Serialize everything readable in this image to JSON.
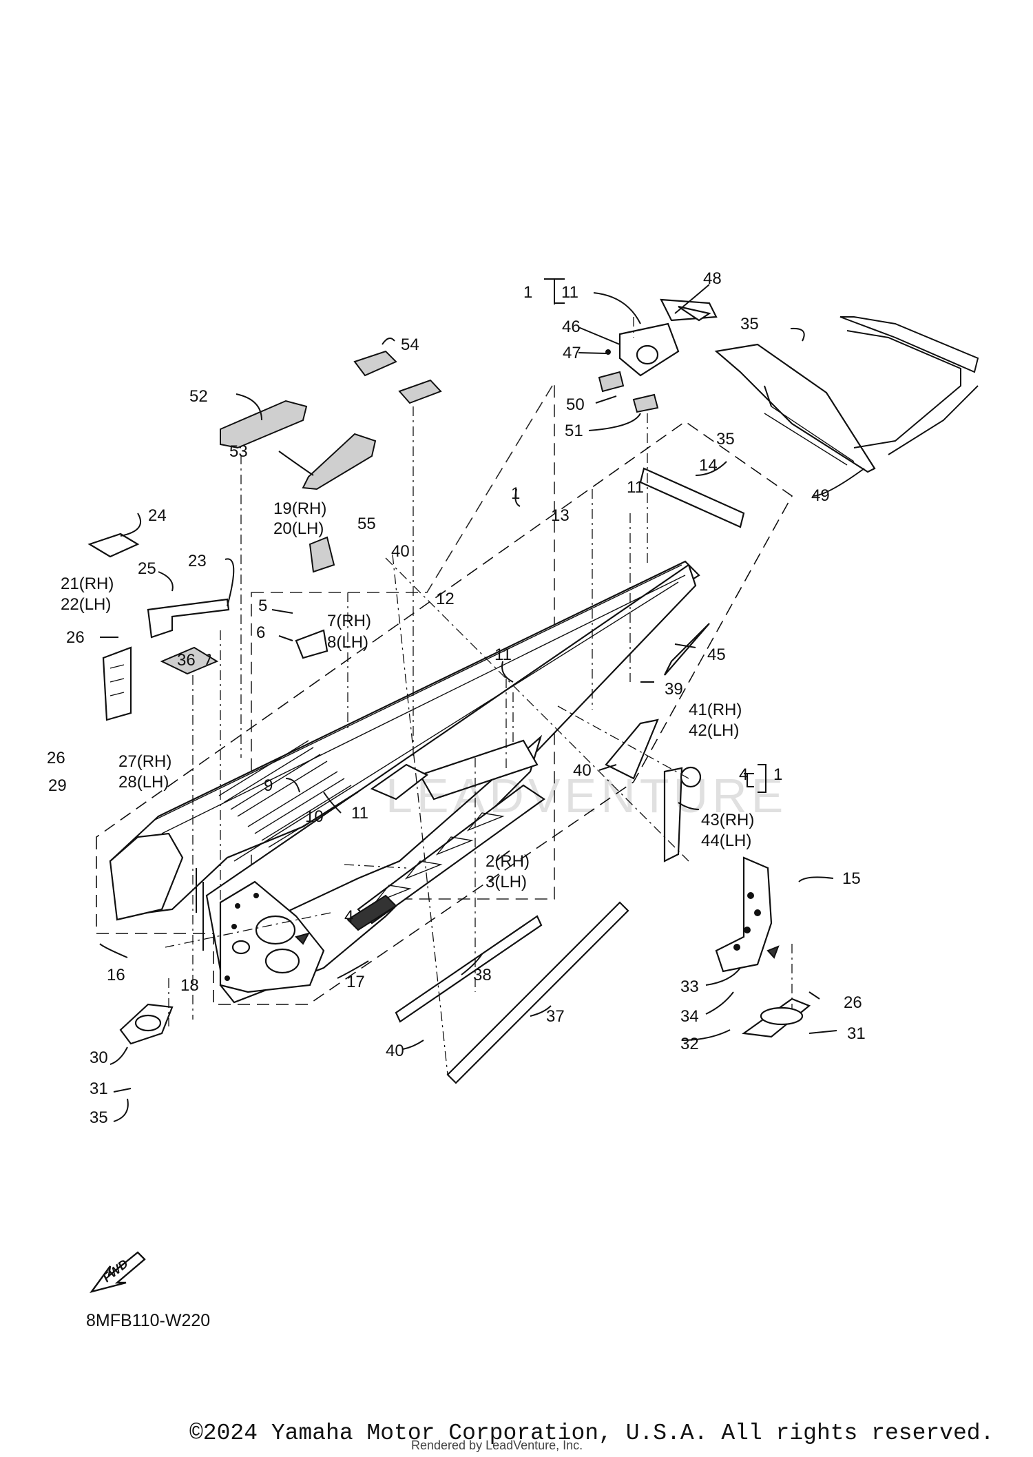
{
  "diagram": {
    "callouts": {
      "c1_top": "1",
      "c11_top": "11",
      "c48": "48",
      "c35_top": "35",
      "c46": "46",
      "c47": "47",
      "c54": "54",
      "c50": "50",
      "c52": "52",
      "c51": "51",
      "c35_mid": "35",
      "c53": "53",
      "c14": "14",
      "c49": "49",
      "c1_frame": "1",
      "c13": "13",
      "c11_a": "11",
      "c24": "24",
      "c19": "19(RH)",
      "c20": "20(LH)",
      "c55": "55",
      "c40_a": "40",
      "c25": "25",
      "c23": "23",
      "c21": "21(RH)",
      "c22": "22(LH)",
      "c12": "12",
      "c5": "5",
      "c7": "7(RH)",
      "c6": "6",
      "c8": "8(LH)",
      "c45": "45",
      "c26_a": "26",
      "c36": "36",
      "c11_b": "11",
      "c39": "39",
      "c41": "41(RH)",
      "c42": "42(LH)",
      "c26_b": "26",
      "c27": "27(RH)",
      "c29": "29",
      "c28": "28(LH)",
      "c40_b": "40",
      "c4_right": "4",
      "c1_right": "1",
      "c9": "9",
      "c10": "10",
      "c11_c": "11",
      "c43": "43(RH)",
      "c44": "44(LH)",
      "c2": "2(RH)",
      "c3": "3(LH)",
      "c15": "15",
      "c4_left": "4",
      "c16": "16",
      "c18": "18",
      "c17": "17",
      "c38": "38",
      "c33": "33",
      "c34": "34",
      "c26_c": "26",
      "c37": "37",
      "c30": "30",
      "c32": "32",
      "c31_a": "31",
      "c40_c": "40",
      "c31_b": "31",
      "c35_bot": "35"
    },
    "fwd_label": "FWD",
    "drawing_code": "8MFB110-W220",
    "watermark": "LEADVENTURE"
  },
  "footer": {
    "copyright": "©2024 Yamaha Motor Corporation, U.S.A. All rights reserved.",
    "rendered_by": "Rendered by LeadVenture, Inc."
  }
}
